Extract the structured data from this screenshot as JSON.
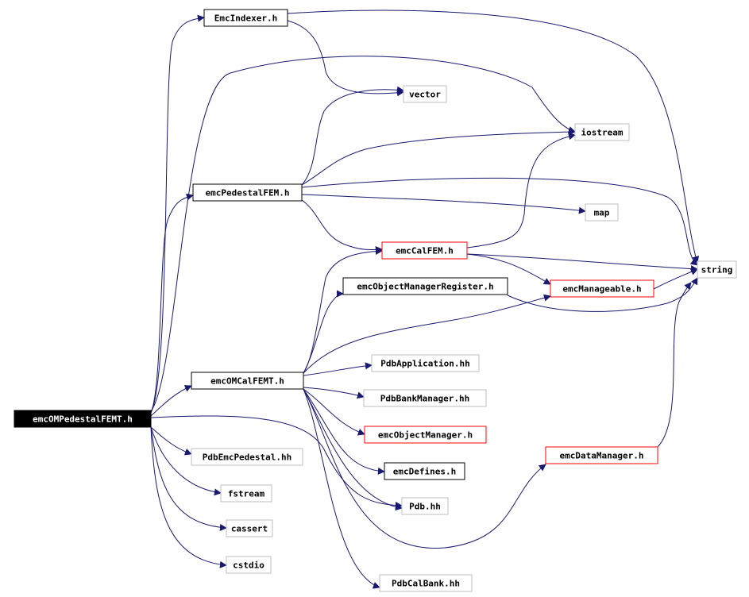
{
  "diagram": {
    "colors": {
      "edge": "#191970",
      "border_black": "#000000",
      "border_gray": "#bfbfbf",
      "border_red": "#ff0000",
      "root_fill": "#000000",
      "root_text": "#ffffff",
      "node_fill": "#ffffff",
      "node_text": "#000000"
    },
    "nodes": [
      {
        "id": "root",
        "label": "emcOMPedestalFEMT.h",
        "style": "root"
      },
      {
        "id": "emcindexer",
        "label": "EmcIndexer.h",
        "style": "black"
      },
      {
        "id": "vector",
        "label": "vector",
        "style": "gray"
      },
      {
        "id": "iostream",
        "label": "iostream",
        "style": "gray"
      },
      {
        "id": "emcpedfem",
        "label": "emcPedestalFEM.h",
        "style": "black"
      },
      {
        "id": "map",
        "label": "map",
        "style": "gray"
      },
      {
        "id": "emccalfem",
        "label": "emcCalFEM.h",
        "style": "red"
      },
      {
        "id": "string",
        "label": "string",
        "style": "gray"
      },
      {
        "id": "emcomr",
        "label": "emcObjectManagerRegister.h",
        "style": "black"
      },
      {
        "id": "emcmanageable",
        "label": "emcManageable.h",
        "style": "red"
      },
      {
        "id": "pdbapp",
        "label": "PdbApplication.hh",
        "style": "gray"
      },
      {
        "id": "emcomcal",
        "label": "emcOMCalFEMT.h",
        "style": "black"
      },
      {
        "id": "pdbbank",
        "label": "PdbBankManager.hh",
        "style": "gray"
      },
      {
        "id": "emcom",
        "label": "emcObjectManager.h",
        "style": "red"
      },
      {
        "id": "pdbemcped",
        "label": "PdbEmcPedestal.hh",
        "style": "gray"
      },
      {
        "id": "emcdatamgr",
        "label": "emcDataManager.h",
        "style": "red"
      },
      {
        "id": "emcdefines",
        "label": "emcDefines.h",
        "style": "black"
      },
      {
        "id": "fstream",
        "label": "fstream",
        "style": "gray"
      },
      {
        "id": "pdbhh",
        "label": "Pdb.hh",
        "style": "gray"
      },
      {
        "id": "cassert",
        "label": "cassert",
        "style": "gray"
      },
      {
        "id": "cstdio",
        "label": "cstdio",
        "style": "gray"
      },
      {
        "id": "pdbcalbank",
        "label": "PdbCalBank.hh",
        "style": "gray"
      }
    ],
    "edges": [
      {
        "from": "root",
        "to": "emcindexer"
      },
      {
        "from": "root",
        "to": "emcpedfem"
      },
      {
        "from": "root",
        "to": "emcomcal"
      },
      {
        "from": "root",
        "to": "iostream"
      },
      {
        "from": "root",
        "to": "pdbemcped"
      },
      {
        "from": "root",
        "to": "fstream"
      },
      {
        "from": "root",
        "to": "cassert"
      },
      {
        "from": "root",
        "to": "cstdio"
      },
      {
        "from": "root",
        "to": "pdbhh"
      },
      {
        "from": "emcindexer",
        "to": "vector"
      },
      {
        "from": "emcindexer",
        "to": "string"
      },
      {
        "from": "emcpedfem",
        "to": "vector"
      },
      {
        "from": "emcpedfem",
        "to": "iostream"
      },
      {
        "from": "emcpedfem",
        "to": "string"
      },
      {
        "from": "emcpedfem",
        "to": "map"
      },
      {
        "from": "emcpedfem",
        "to": "emccalfem"
      },
      {
        "from": "emccalfem",
        "to": "iostream"
      },
      {
        "from": "emccalfem",
        "to": "string"
      },
      {
        "from": "emccalfem",
        "to": "emcmanageable"
      },
      {
        "from": "emcomr",
        "to": "string"
      },
      {
        "from": "emcmanageable",
        "to": "string"
      },
      {
        "from": "emcomcal",
        "to": "emccalfem"
      },
      {
        "from": "emcomcal",
        "to": "emcomr"
      },
      {
        "from": "emcomcal",
        "to": "emcmanageable"
      },
      {
        "from": "emcomcal",
        "to": "pdbapp"
      },
      {
        "from": "emcomcal",
        "to": "pdbbank"
      },
      {
        "from": "emcomcal",
        "to": "emcom"
      },
      {
        "from": "emcomcal",
        "to": "emcdefines"
      },
      {
        "from": "emcomcal",
        "to": "pdbhh"
      },
      {
        "from": "emcomcal",
        "to": "pdbcalbank"
      },
      {
        "from": "emcomcal",
        "to": "emcdatamgr"
      },
      {
        "from": "emcdatamgr",
        "to": "emcmanageable"
      }
    ]
  }
}
